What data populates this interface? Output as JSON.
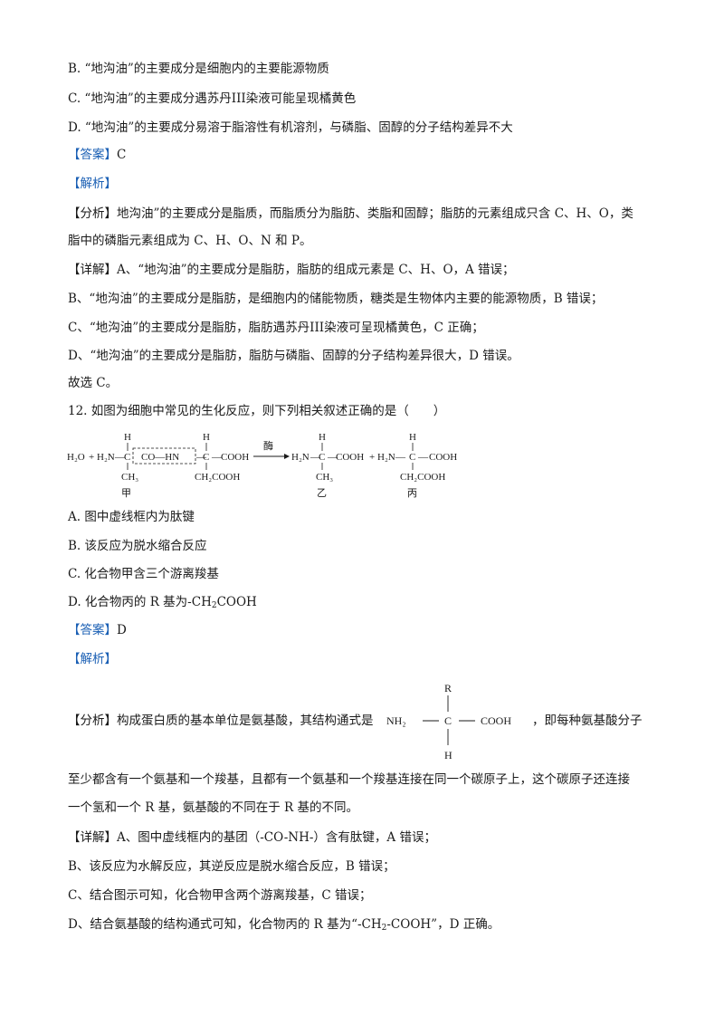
{
  "q11": {
    "option_b": "B. “地沟油”的主要成分是细胞内的主要能源物质",
    "option_c": "C. “地沟油”的主要成分遇苏丹III染液可能呈现橘黄色",
    "option_d": "D. “地沟油”的主要成分易溶于脂溶性有机溶剂，与磷脂、固醇的分子结构差异不大",
    "answer_tag": "【答案】",
    "answer_value": "C",
    "analysis_tag": "【解析】",
    "fenxi_tag": "【分析】",
    "fenxi_line1": "地沟油”的主要成分是脂质，而脂质分为脂肪、类脂和固醇；脂肪的元素组成只含 C、H、O，类",
    "fenxi_line2": "脂中的磷脂元素组成为 C、H、O、N 和 P。",
    "xiangjie_tag": "【详解】",
    "xiangjie_a": "A、“地沟油”的主要成分是脂肪，脂肪的组成元素是 C、H、O，A 错误；",
    "line_b": "B、“地沟油”的主要成分是脂肪，是细胞内的储能物质，糖类是生物体内主要的能源物质，B 错误；",
    "line_c": "C、“地沟油”的主要成分是脂肪，脂肪遇苏丹III染液可呈现橘黄色，C 正确；",
    "line_d": "D、“地沟油”的主要成分是脂肪，脂肪与磷脂、固醇的分子结构差异很大，D 错误。",
    "conclusion": "故选 C。"
  },
  "q12": {
    "stem": "12. 如图为细胞中常见的生化反应，则下列相关叙述正确的是（　　）",
    "diagram": {
      "h2o": "H₂O",
      "plus": "+",
      "h2n": "H₂N",
      "dash": "—",
      "c": "C",
      "h": "H",
      "co_hn": "CO—HN",
      "cooh": "COOH",
      "ch3": "CH₃",
      "ch2cooh": "CH₂COOH",
      "enzyme": "酶",
      "label_jia": "甲",
      "label_yi": "乙",
      "label_bing": "丙"
    },
    "option_a": "A. 图中虚线框内为肽键",
    "option_b": "B. 该反应为脱水缩合反应",
    "option_c": "C. 化合物甲含三个游离羧基",
    "option_d_prefix": "D. 化合物丙的 R 基为-CH",
    "option_d_sub": "2",
    "option_d_suffix": "COOH",
    "answer_tag": "【答案】",
    "answer_value": "D",
    "analysis_tag": "【解析】",
    "fenxi_tag": "【分析】",
    "fenxi_text": "构成蛋白质的基本单位是氨基酸，其结构通式是",
    "fenxi_tail": "，即每种氨基酸分子",
    "formula": {
      "r": "R",
      "nh2": "NH₂",
      "c": "C",
      "cooh": "COOH",
      "h": "H"
    },
    "fenxi_line2": "至少都含有一个氨基和一个羧基，且都有一个氨基和一个羧基连接在同一个碳原子上，这个碳原子还连接",
    "fenxi_line3": "一个氢和一个 R 基，氨基酸的不同在于 R 基的不同。",
    "xiangjie_tag": "【详解】",
    "xiangjie_a": "A、图中虚线框内的基团（-CO-NH-）含有肽键，A 错误；",
    "line_b": "B、该反应为水解反应，其逆反应是脱水缩合反应，B 错误；",
    "line_c": "C、结合图示可知，化合物甲含两个游离羧基，C 错误；",
    "line_d_prefix": "D、结合氨基酸的结构通式可知，化合物丙的 R 基为“-CH",
    "line_d_sub": "2",
    "line_d_suffix": "-COOH”，D 正确。"
  }
}
